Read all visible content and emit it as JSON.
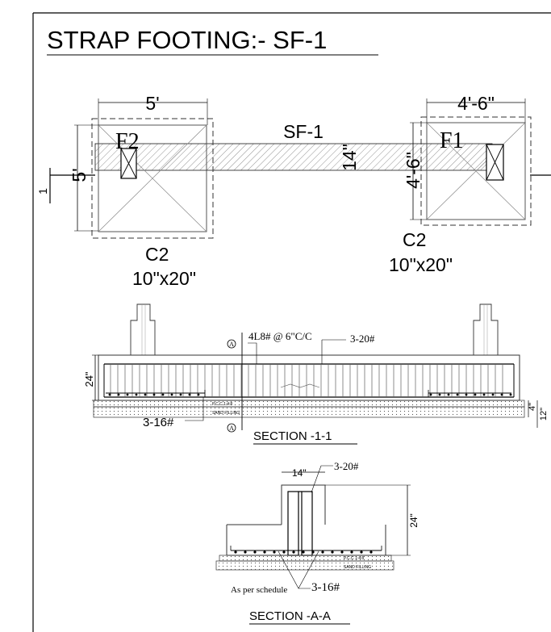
{
  "title": "STRAP FOOTING:- SF-1",
  "plan": {
    "footing_left": {
      "mark": "F2",
      "width": "5'",
      "length": "5'"
    },
    "footing_right": {
      "mark": "F1",
      "width": "4'-6\"",
      "length": "4'-6\""
    },
    "strap": {
      "mark": "SF-1",
      "width": "14\""
    },
    "column_left": {
      "mark": "C2",
      "size": "10\"x20\""
    },
    "column_right": {
      "mark": "C2",
      "size": "10\"x20\""
    },
    "section_cut": "1"
  },
  "section_11": {
    "title": "SECTION -1-1",
    "stirrups": "4L8# @ 6\"C/C",
    "top_bars": "3-20#",
    "bottom_bars": "3-16#",
    "depth": "24\"",
    "pcc": "P.C.C 1:4:8",
    "sand": "SAND FILLING",
    "pcc_thk": "4\"",
    "sand_thk": "12\"",
    "marker": "A"
  },
  "section_aa": {
    "title": "SECTION -A-A",
    "width": "14\"",
    "top_bars": "3-20#",
    "depth": "24\"",
    "bottom_bars": "3-16#",
    "schedule_note": "As per schedule",
    "pcc": "P.C.C 1:4:8",
    "sand": "SAND FILLING"
  }
}
